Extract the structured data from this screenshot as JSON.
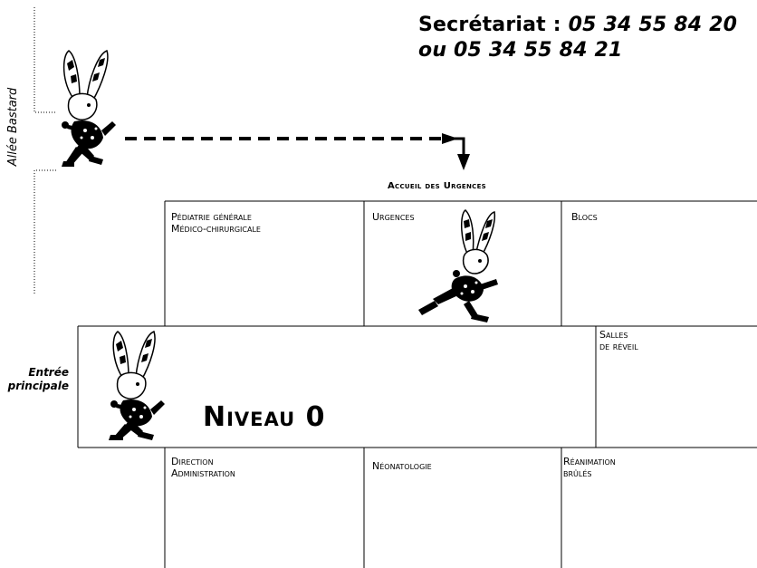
{
  "header": {
    "secretariat_label": "Secrétariat : ",
    "phone_1": "05 34 55 84 20",
    "phone_2": "ou 05 34 55 84 21"
  },
  "street_label": "Allée Bastard",
  "urgences_entrance_label": "Accueil des Urgences",
  "entrance": {
    "line1": "Entrée",
    "line2": "principale"
  },
  "level_title": "Niveau 0",
  "rooms": {
    "pediatrie_line1": "Pédiatrie générale",
    "pediatrie_line2": "Médico-chirurgicale",
    "urgences": "Urgences",
    "blocs": "Blocs",
    "salles_line1": "Salles",
    "salles_line2": "de réveil",
    "direction_line1": "Direction",
    "direction_line2": "Administration",
    "neonatologie": "Néonatologie",
    "reanimation_line1": "Réanimation",
    "reanimation_line2": "brûlés"
  },
  "icons": [
    "rabbit-mascot-icon",
    "down-arrow-icon"
  ],
  "colors": {
    "ink": "#000000",
    "background": "#ffffff"
  }
}
